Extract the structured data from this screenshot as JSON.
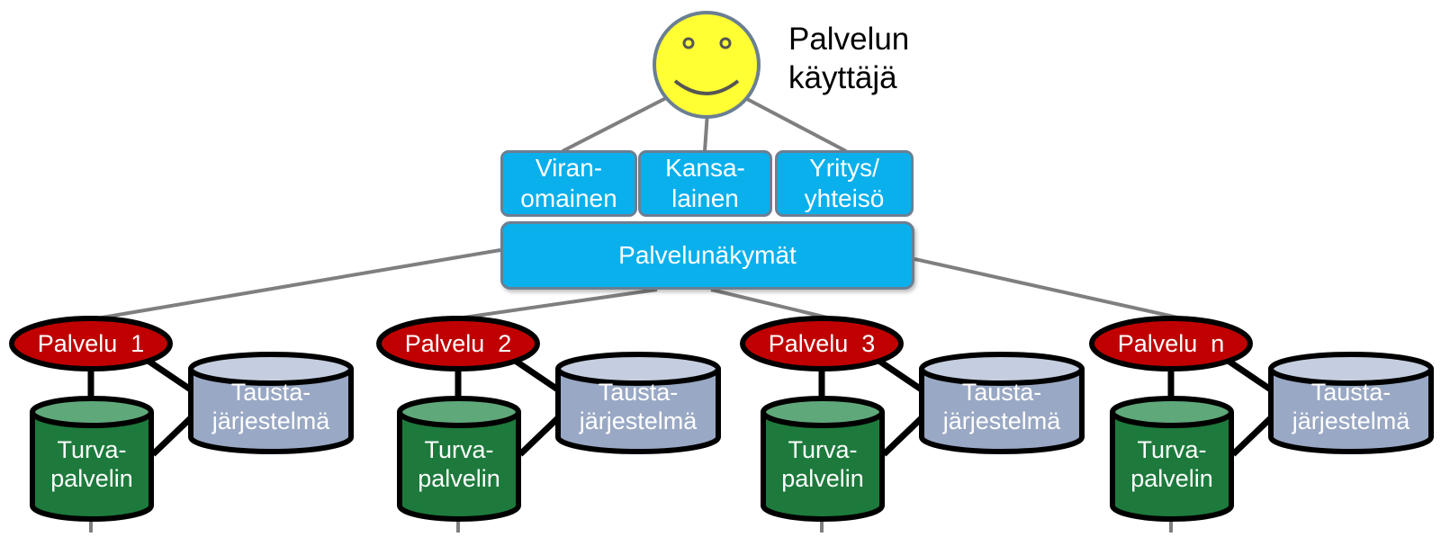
{
  "user": {
    "icon": "smiley-face-icon",
    "label_line1": "Palvelun",
    "label_line2": "käyttäjä"
  },
  "roles": [
    {
      "line1": "Viran-",
      "line2": "omainen"
    },
    {
      "line1": "Kansa-",
      "line2": "lainen"
    },
    {
      "line1": "Yritys/",
      "line2": "yhteisö"
    }
  ],
  "views": {
    "label": "Palvelunäkymät"
  },
  "services": [
    {
      "name": "Palvelu  1",
      "backend_line1": "Tausta-",
      "backend_line2": "järjestelmä",
      "security_line1": "Turva-",
      "security_line2": "palvelin"
    },
    {
      "name": "Palvelu  2",
      "backend_line1": "Tausta-",
      "backend_line2": "järjestelmä",
      "security_line1": "Turva-",
      "security_line2": "palvelin"
    },
    {
      "name": "Palvelu  3",
      "backend_line1": "Tausta-",
      "backend_line2": "järjestelmä",
      "security_line1": "Turva-",
      "security_line2": "palvelin"
    },
    {
      "name": "Palvelu  n",
      "backend_line1": "Tausta-",
      "backend_line2": "järjestelmä",
      "security_line1": "Turva-",
      "security_line2": "palvelin"
    }
  ],
  "colors": {
    "face": "#ffff33",
    "role_fill": "#0ab0ec",
    "role_border": "#6b7f93",
    "service_fill": "#c00000",
    "backend_fill": "#99a8c4",
    "security_fill": "#1d7a3c",
    "security_top": "#5fa87a",
    "connector": "#7f7f7f"
  }
}
